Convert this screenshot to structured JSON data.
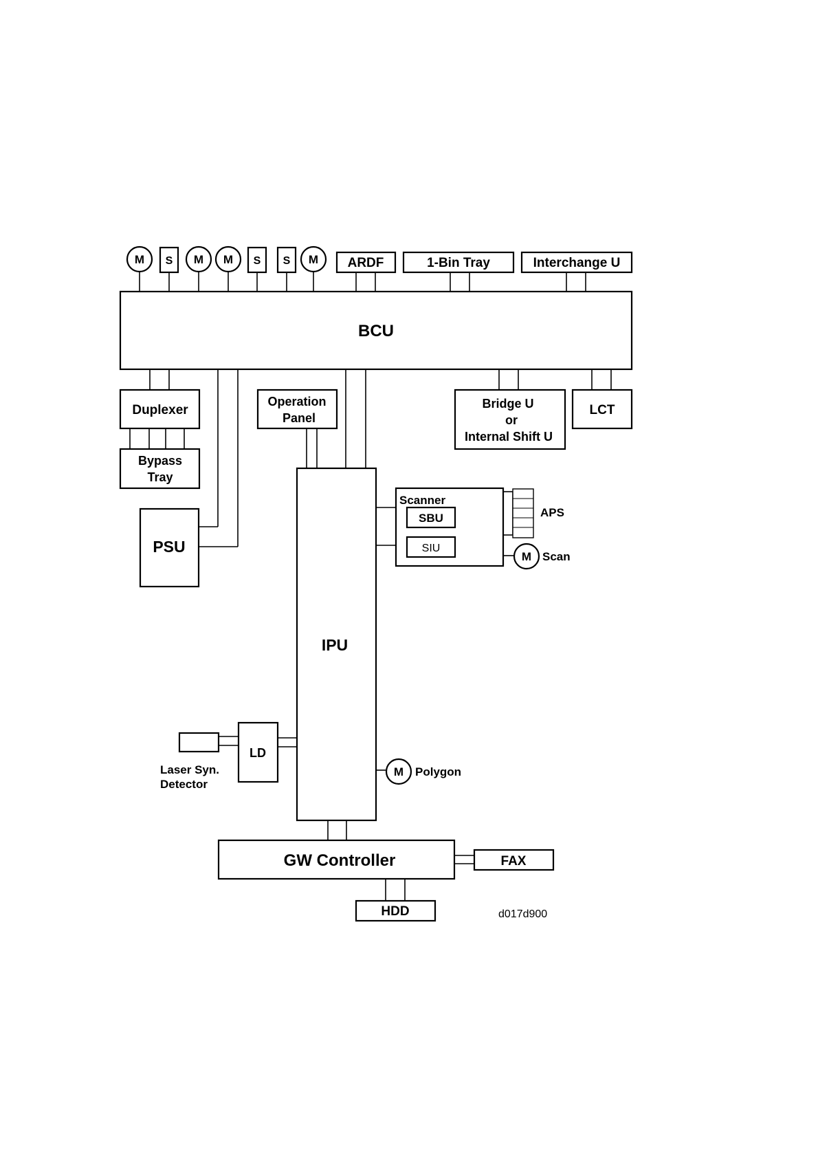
{
  "top_devices": {
    "m1": "M",
    "s1": "S",
    "m2": "M",
    "m3": "M",
    "s2": "S",
    "s3": "S",
    "m4": "M"
  },
  "ardf": "ARDF",
  "one_bin_tray": "1-Bin Tray",
  "interchange_u": "Interchange U",
  "bcu": "BCU",
  "duplexer": "Duplexer",
  "bypass_tray": {
    "line1": "Bypass",
    "line2": "Tray"
  },
  "operation_panel": {
    "line1": "Operation",
    "line2": "Panel"
  },
  "bridge_u": {
    "line1": "Bridge U",
    "line2": "or",
    "line3": "Internal Shift U"
  },
  "lct": "LCT",
  "psu": "PSU",
  "scanner": {
    "title": "Scanner",
    "sbu": "SBU",
    "siu": "SIU"
  },
  "aps": "APS",
  "scan_motor": {
    "symbol": "M",
    "label": "Scan"
  },
  "ipu": "IPU",
  "ld": "LD",
  "laser_syn_detector": {
    "line1": "Laser Syn.",
    "line2": "Detector"
  },
  "polygon_motor": {
    "symbol": "M",
    "label": "Polygon"
  },
  "gw_controller": "GW Controller",
  "fax": "FAX",
  "hdd": "HDD",
  "figure_id": "d017d900"
}
